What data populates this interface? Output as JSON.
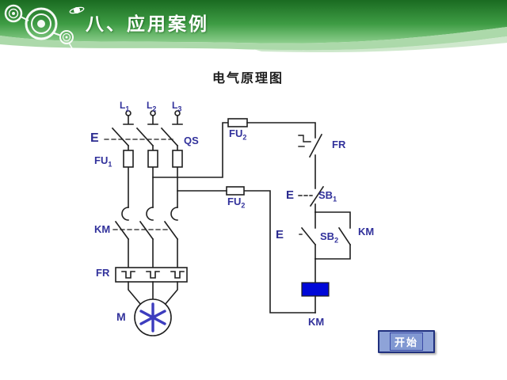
{
  "header": {
    "title": "八、应用案例"
  },
  "diagram": {
    "title": "电气原理图",
    "labels": {
      "l1": {
        "base": "L",
        "sub": "1"
      },
      "l2": {
        "base": "L",
        "sub": "2"
      },
      "l3": {
        "base": "L",
        "sub": "3"
      },
      "qs": "QS",
      "fu1": {
        "base": "FU",
        "sub": "1"
      },
      "fu2_top": {
        "base": "FU",
        "sub": "2"
      },
      "fu2_bottom": {
        "base": "FU",
        "sub": "2"
      },
      "km_main": "KM",
      "fr_main": "FR",
      "motor": "M",
      "fr_ctrl": "FR",
      "sb1": {
        "base": "SB",
        "sub": "1"
      },
      "sb2": {
        "base": "SB",
        "sub": "2"
      },
      "km_aux": "KM",
      "km_coil": "KM",
      "qs_actuator": "E",
      "sb1_actuator": "E",
      "sb2_actuator": "E"
    },
    "colors": {
      "label_blue": "#31319b",
      "wire_black": "#1f1f1f",
      "coil_fill": "#0008d8",
      "motor_star_blue": "#3c3cbe"
    }
  },
  "start_button": {
    "label": "开始",
    "fill": "#8ea3d8",
    "border": "#20307e"
  },
  "theme": {
    "header_green_dark": "#1a6b21",
    "header_green_light": "#8ecf8e"
  }
}
